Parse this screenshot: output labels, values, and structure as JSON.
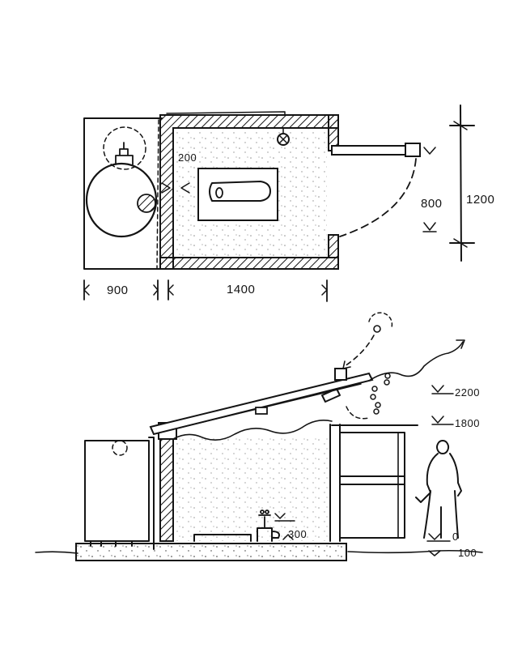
{
  "plan": {
    "dim_wall": "200",
    "dim_left": "900",
    "dim_main": "1400",
    "dim_door": "800",
    "dim_depth": "1200"
  },
  "section": {
    "level_top": "2200",
    "level_mid": "1800",
    "level_seat": "300",
    "level_ground": "0",
    "level_base": "100"
  }
}
